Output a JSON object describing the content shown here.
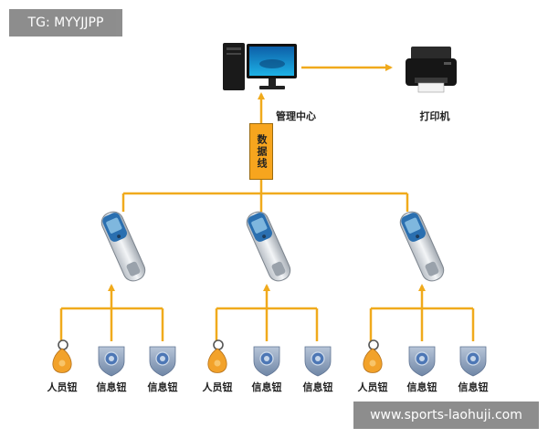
{
  "watermark": {
    "top_left": "TG: MYYJJPP",
    "bottom_right": "www.sports-laohuji.com"
  },
  "center": {
    "label": "管理中心",
    "icon": "desktop-computer-icon"
  },
  "printer": {
    "label": "打印机",
    "icon": "printer-icon"
  },
  "link": {
    "label": "数据线"
  },
  "reader_icon": "handheld-reader-icon",
  "groups": [
    {
      "buttons": [
        {
          "label": "人员钮",
          "icon": "key-fob-icon"
        },
        {
          "label": "信息钮",
          "icon": "shield-button-icon"
        },
        {
          "label": "信息钮",
          "icon": "shield-button-icon"
        }
      ]
    },
    {
      "buttons": [
        {
          "label": "人员钮",
          "icon": "key-fob-icon"
        },
        {
          "label": "信息钮",
          "icon": "shield-button-icon"
        },
        {
          "label": "信息钮",
          "icon": "shield-button-icon"
        }
      ]
    },
    {
      "buttons": [
        {
          "label": "人员钮",
          "icon": "key-fob-icon"
        },
        {
          "label": "信息钮",
          "icon": "shield-button-icon"
        },
        {
          "label": "信息钮",
          "icon": "shield-button-icon"
        }
      ]
    }
  ],
  "colors": {
    "connector": "#f0aa1c",
    "box": "#f7a51e",
    "shield": "#8fa3bd",
    "fob": "#f2a22a"
  }
}
